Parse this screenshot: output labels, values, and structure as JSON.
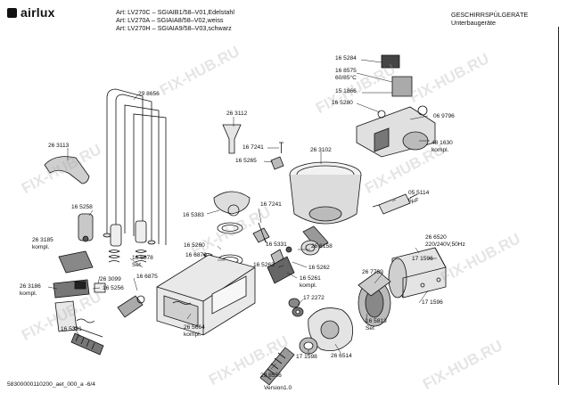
{
  "header": {
    "brand": "airlux",
    "art_lines": [
      "Art: LV270C – SGIAIB1/58–V01,Edelstahl",
      "Art: LV270A – SGIAIA8/58–V02,weiss",
      "Art: LV270H – SGIAIA9/58–V03,schwarz"
    ],
    "category": "GESCHIRRSPÜLGERÄTE",
    "subcategory": "Unterbaugeräte"
  },
  "footer": {
    "doc_id": "58300000110200_aet_000_a  -6/4",
    "version": "Version1.0"
  },
  "watermark": "FIX-HUB.RU",
  "parts": {
    "p165284": "16 5284",
    "p168575": "16 8575",
    "temp": "60/85°C",
    "p151866": "15 1866",
    "p165280": "16 5280",
    "p069796": "06 9796",
    "p481630": "48 1630",
    "p481630_note": "kompl.",
    "p298656": "29 8656",
    "p263112": "26 3112",
    "p263113": "26 3113",
    "p167241a": "16 7241",
    "p165265": "16 5265",
    "p263102": "26 3102",
    "p165258": "16 5258",
    "p165383": "16 5383",
    "p167241b": "16 7241",
    "p055114": "05 5114",
    "p055114_note": "5µF",
    "p263185": "26 3185",
    "p263185_note": "kompl.",
    "p165260": "16 5260",
    "p165331a": "16 5331",
    "p266158": "26 6158",
    "p266520": "26 6520",
    "p266520_note": "220/240V,50Hz",
    "p168678": "16 6878",
    "p168678_note": "Set",
    "p166879": "16 6879",
    "p165263": "16 5263",
    "p165262": "16 5262",
    "p171596a": "17 1596",
    "p166875": "16 6875",
    "p263099": "26 3099",
    "p165261": "16 5261",
    "p165261_note": "kompl.",
    "p267739": "26 7739",
    "p263186": "26 3186",
    "p263186_note": "kompl.",
    "p165256": "16 5256",
    "p172272": "17 2272",
    "p171596b": "17 1596",
    "p265664": "26 5664",
    "p265664_note": "kompl.",
    "p165813": "16 5813",
    "p165813_note": "Set",
    "p165331b": "16 5331",
    "p171598": "17 1598",
    "p266514": "26 6514",
    "p298556": "29 8556"
  },
  "colors": {
    "ink": "#111111",
    "shade": "#555555",
    "light": "#bdbdbd",
    "mid": "#8a8a8a",
    "watermark": "#a0a0a0"
  }
}
